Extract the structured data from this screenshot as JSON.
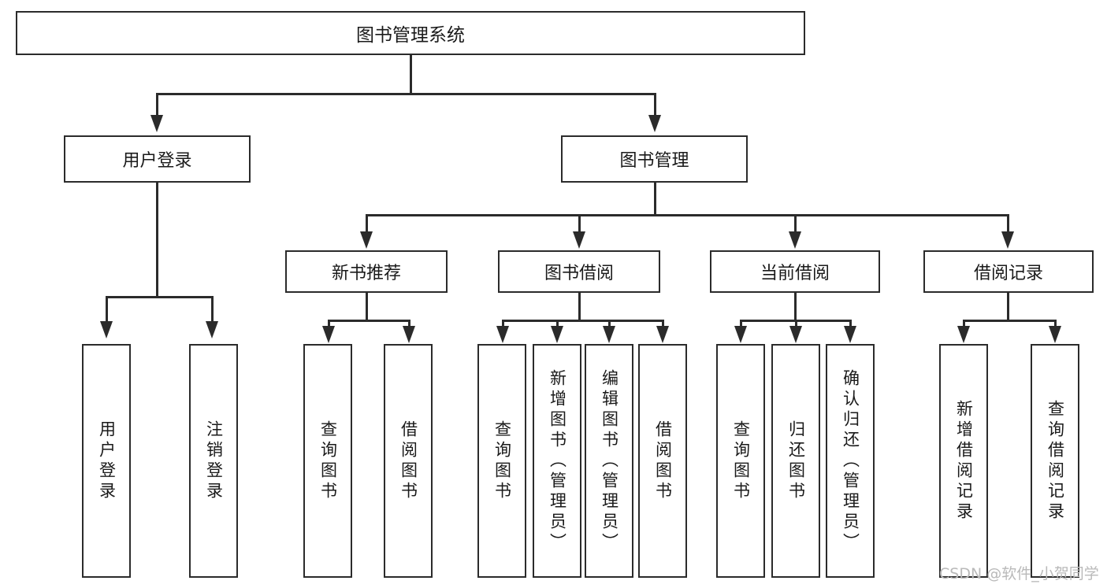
{
  "diagram": {
    "title": "图书管理系统",
    "watermark": "CSDN @软件_小贺同学",
    "colors": {
      "stroke": "#2b2b2b",
      "fill": "#ffffff",
      "text": "#1a1a1a",
      "watermark": "#b9b9b9"
    },
    "levels": {
      "root": {
        "label": "图书管理系统"
      },
      "level2": [
        {
          "label": "用户登录"
        },
        {
          "label": "图书管理"
        }
      ],
      "level3": [
        {
          "label": "新书推荐"
        },
        {
          "label": "图书借阅"
        },
        {
          "label": "当前借阅"
        },
        {
          "label": "借阅记录"
        }
      ],
      "leaves": {
        "user_login": [
          {
            "label": "用户登录"
          },
          {
            "label": "注销登录"
          }
        ],
        "new_book_recommend": [
          {
            "label": "查询图书"
          },
          {
            "label": "借阅图书"
          }
        ],
        "book_borrow": [
          {
            "label": "查询图书"
          },
          {
            "label": "新增图书（管理员）"
          },
          {
            "label": "编辑图书（管理员）"
          },
          {
            "label": "借阅图书"
          }
        ],
        "current_borrow": [
          {
            "label": "查询图书"
          },
          {
            "label": "归还图书"
          },
          {
            "label": "确认归还（管理员）"
          }
        ],
        "borrow_record": [
          {
            "label": "新增借阅记录"
          },
          {
            "label": "查询借阅记录"
          }
        ]
      }
    }
  }
}
